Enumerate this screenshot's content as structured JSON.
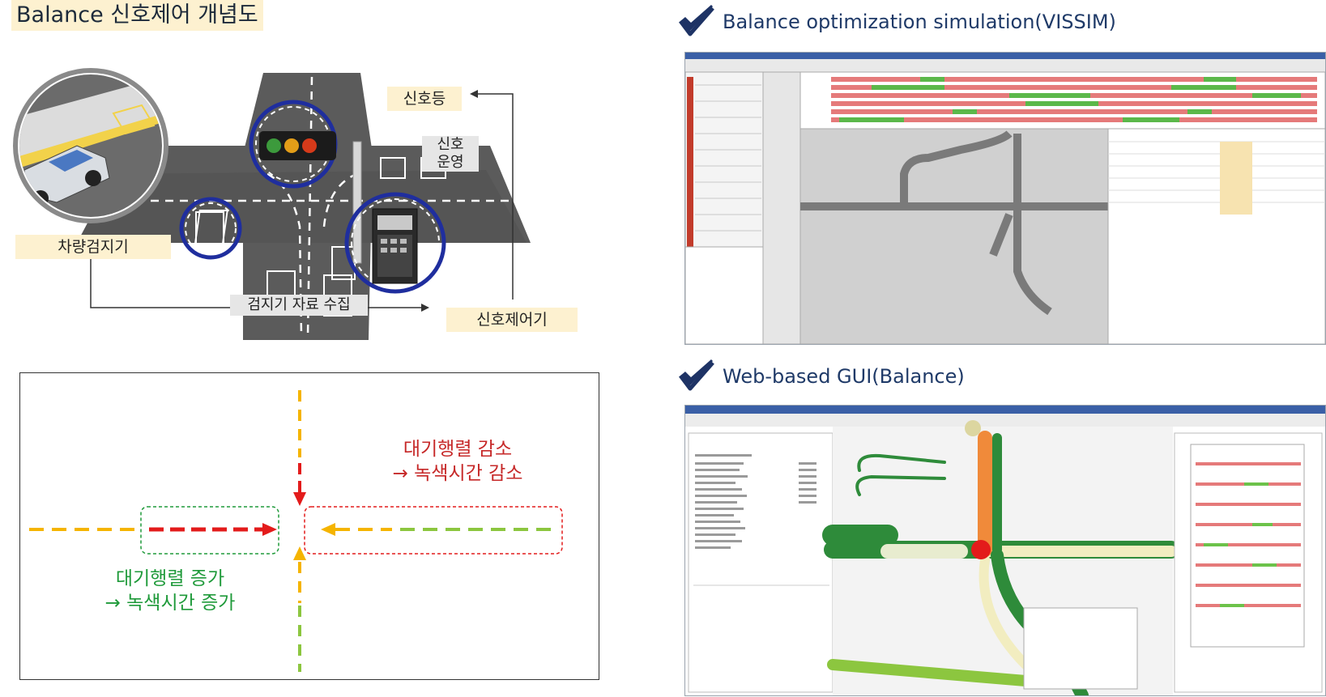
{
  "left": {
    "title": "Balance 신호제어 개념도",
    "labels": {
      "signal_light": "신호등",
      "signal_op_line1": "신호",
      "signal_op_line2": "운영",
      "vehicle_detector": "차량검지기",
      "detector_data": "검지기 자료 수집",
      "signal_controller": "신호제어기"
    },
    "queue": {
      "decrease_line1": "대기행렬 감소",
      "decrease_line2": "→ 녹색시간 감소",
      "increase_line1": "대기행렬 증가",
      "increase_line2": "→ 녹색시간 증가"
    }
  },
  "right": {
    "vissim_title": "Balance optimization simulation(VISSIM)",
    "gui_title": "Web-based GUI(Balance)"
  },
  "colors": {
    "label_bg": "#fdf1d0",
    "road": "#5a5a5a",
    "circle_blue": "#1f2e9e",
    "arrow_red": "#e31b1b",
    "arrow_orange": "#f5b400",
    "arrow_green": "#8cc63f",
    "check_navy": "#1e3365"
  }
}
